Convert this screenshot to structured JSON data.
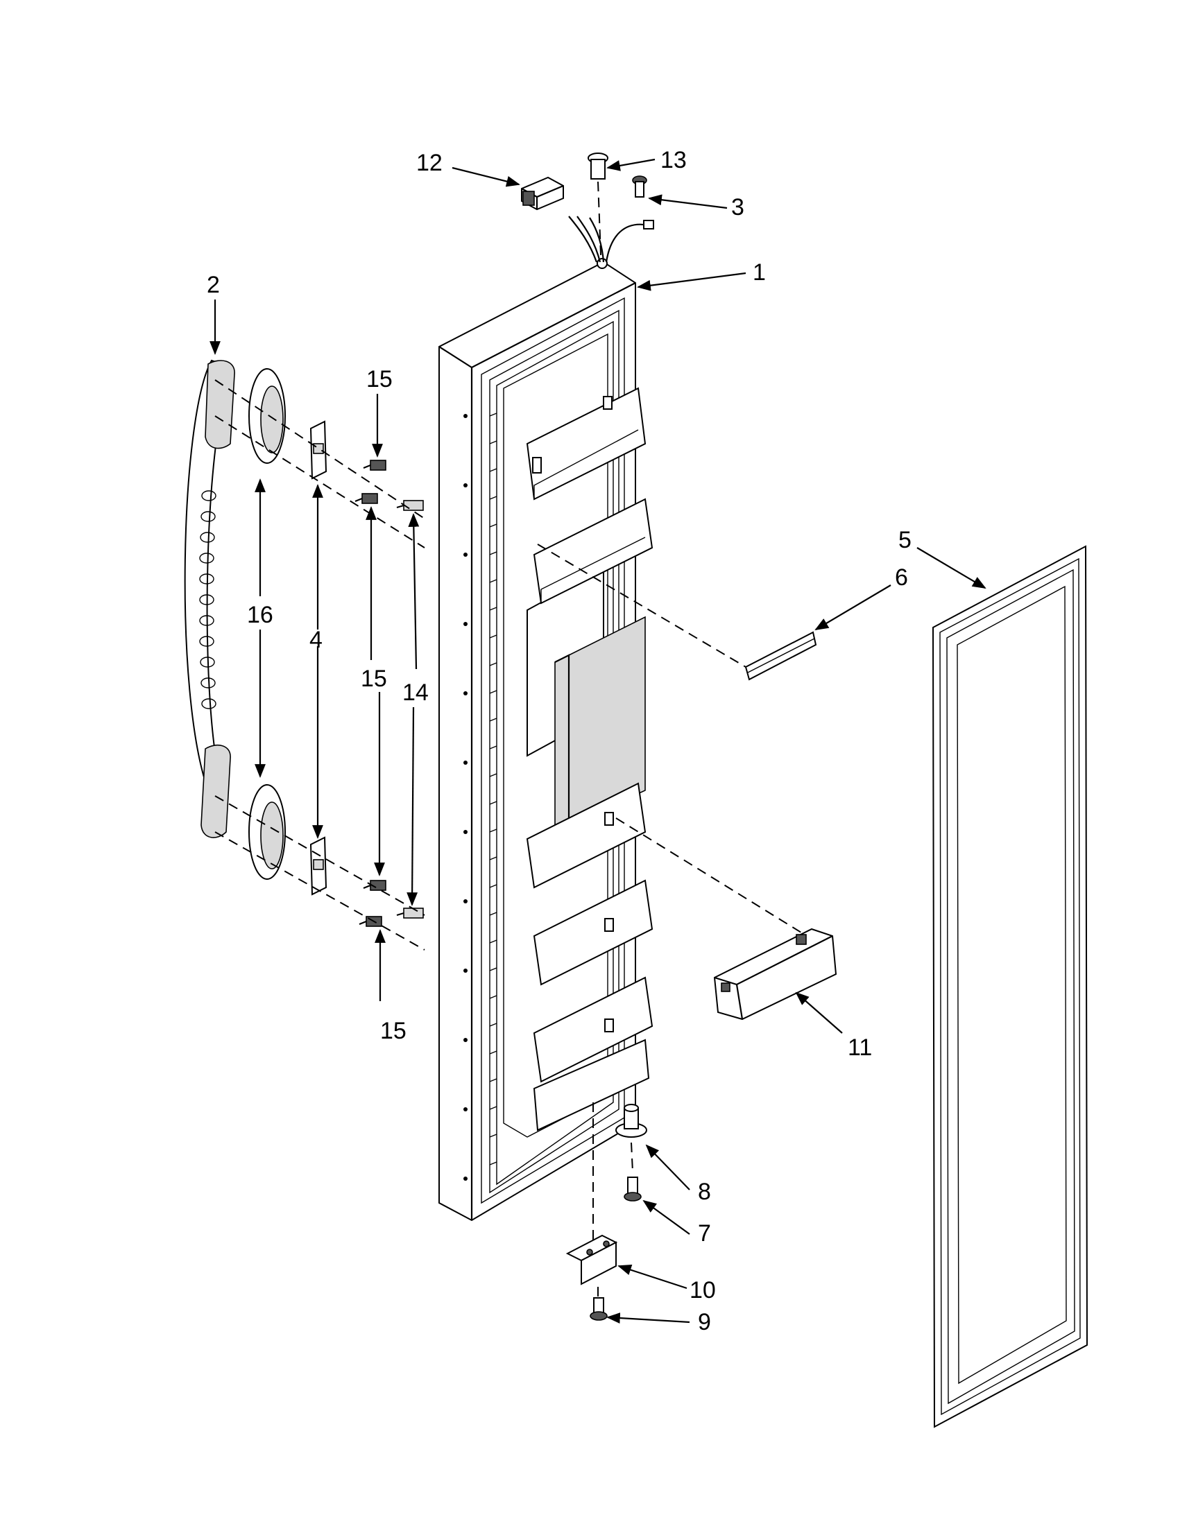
{
  "callouts": [
    {
      "id": "c12",
      "text": "12"
    },
    {
      "id": "c13",
      "text": "13"
    },
    {
      "id": "c3",
      "text": "3"
    },
    {
      "id": "c1",
      "text": "1"
    },
    {
      "id": "c2",
      "text": "2"
    },
    {
      "id": "c15a",
      "text": "15"
    },
    {
      "id": "c16",
      "text": "16"
    },
    {
      "id": "c4",
      "text": "4"
    },
    {
      "id": "c15b",
      "text": "15"
    },
    {
      "id": "c14",
      "text": "14"
    },
    {
      "id": "c5",
      "text": "5"
    },
    {
      "id": "c6",
      "text": "6"
    },
    {
      "id": "c11",
      "text": "11"
    },
    {
      "id": "c15c",
      "text": "15"
    },
    {
      "id": "c8",
      "text": "8"
    },
    {
      "id": "c7",
      "text": "7"
    },
    {
      "id": "c10",
      "text": "10"
    },
    {
      "id": "c9",
      "text": "9"
    }
  ]
}
